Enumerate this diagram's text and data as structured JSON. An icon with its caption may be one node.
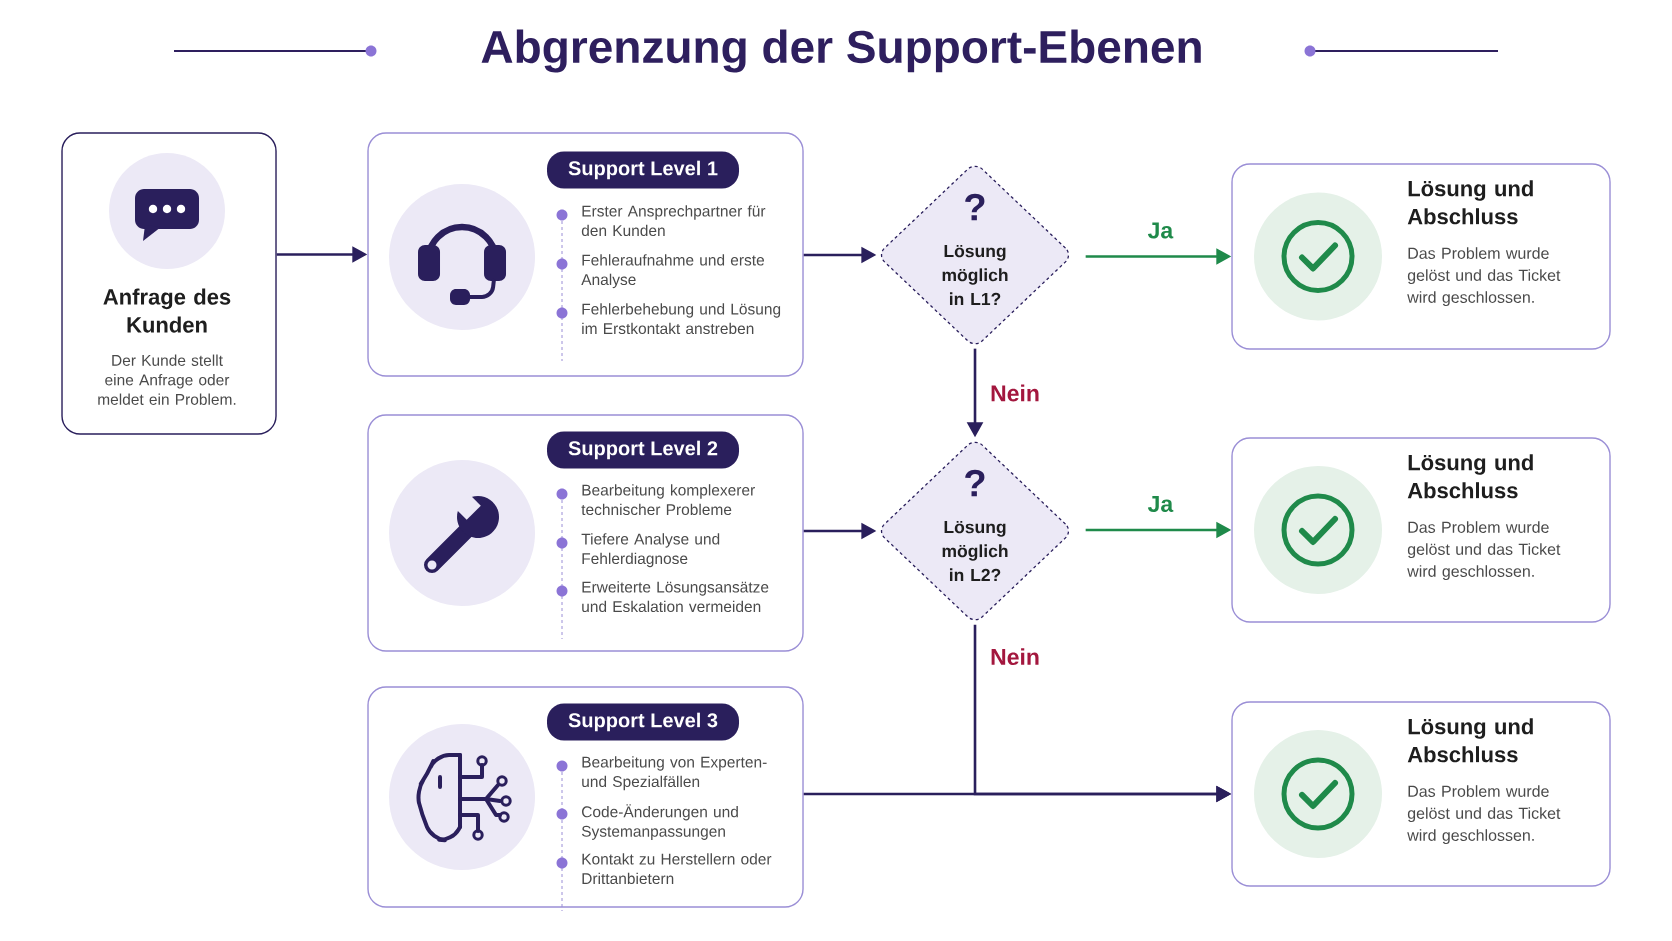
{
  "diagram": {
    "title": "Abgrenzung der Support-Ebenen",
    "nodes": [
      {
        "text": [
          "Anfrage des Kunden",
          "Der Kunde stellt eine Anfrage oder meldet ein Problem."
        ]
      },
      {
        "text": [
          "Support Level 1",
          "Erster Ansprechpartner für den Kunden",
          "Fehleraufnahme und erste Analyse",
          "Fehlerbehebung und Lösung im Erstkontakt anstreben"
        ]
      },
      {
        "text": [
          "?",
          "Lösung möglich in L1?"
        ]
      },
      {
        "text": [
          "Lösung und Abschluss",
          "Das Problem wurde gelöst und das Ticket wird geschlossen."
        ]
      },
      {
        "text": [
          "Support Level 2",
          "Bearbeitung komplexerer technischer Probleme",
          "Tiefere Analyse und Fehlerdiagnose",
          "Erweiterte Lösungsansätze und Eskalation vermeiden"
        ]
      },
      {
        "text": [
          "?",
          "Lösung möglich in L2?"
        ]
      },
      {
        "text": [
          "Lösung und Abschluss",
          "Das Problem wurde gelöst und das Ticket wird geschlossen."
        ]
      },
      {
        "text": [
          "Support Level 3",
          "Bearbeitung von Experten- und Spezialfällen",
          "Code-Änderungen und Systemanpassungen",
          "Kontakt zu Herstellern oder Drittanbietern"
        ]
      },
      {
        "text": [
          "Lösung und Abschluss",
          "Das Problem wurde gelöst und das Ticket wird geschlossen."
        ]
      }
    ],
    "edges": [
      {
        "from": 0,
        "to": 1,
        "arrow": "to"
      },
      {
        "from": 1,
        "to": 2,
        "arrow": "to"
      },
      {
        "from": 2,
        "to": 3,
        "arrow": "to",
        "label": "Ja",
        "color": "#1f8a4a"
      },
      {
        "from": 2,
        "to": 5,
        "arrow": "to",
        "label": "Nein"
      },
      {
        "from": 4,
        "to": 5,
        "arrow": "to"
      },
      {
        "from": 5,
        "to": 6,
        "arrow": "to",
        "label": "Ja",
        "color": "#1f8a4a"
      },
      {
        "from": 5,
        "to": 8,
        "arrow": "to",
        "label": "Nein"
      },
      {
        "from": 7,
        "to": 8,
        "arrow": "to"
      }
    ]
  }
}
